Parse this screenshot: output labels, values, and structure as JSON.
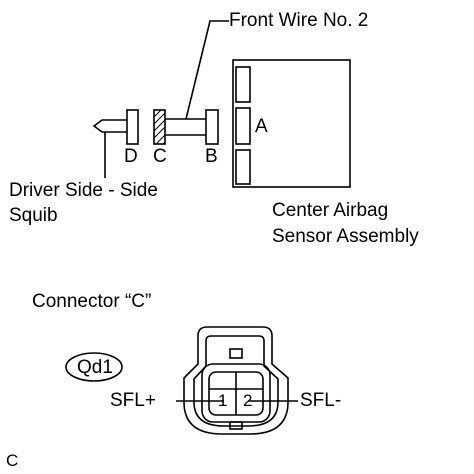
{
  "labels": {
    "front_wire": "Front Wire No. 2",
    "connector_a": "A",
    "connector_b": "B",
    "connector_c": "C",
    "connector_d": "D",
    "driver_squib_line1": "Driver Side - Side",
    "driver_squib_line2": "Squib",
    "sensor_line1": "Center Airbag",
    "sensor_line2": "Sensor Assembly",
    "connector_view_title": "Connector “C”",
    "connector_code": "Qd1",
    "pin_1": "1",
    "pin_2": "2",
    "sfl_plus": "SFL+",
    "sfl_minus": "SFL-",
    "figure_tag": "C"
  },
  "colors": {
    "line": "#000000",
    "background": "#ffffff"
  }
}
